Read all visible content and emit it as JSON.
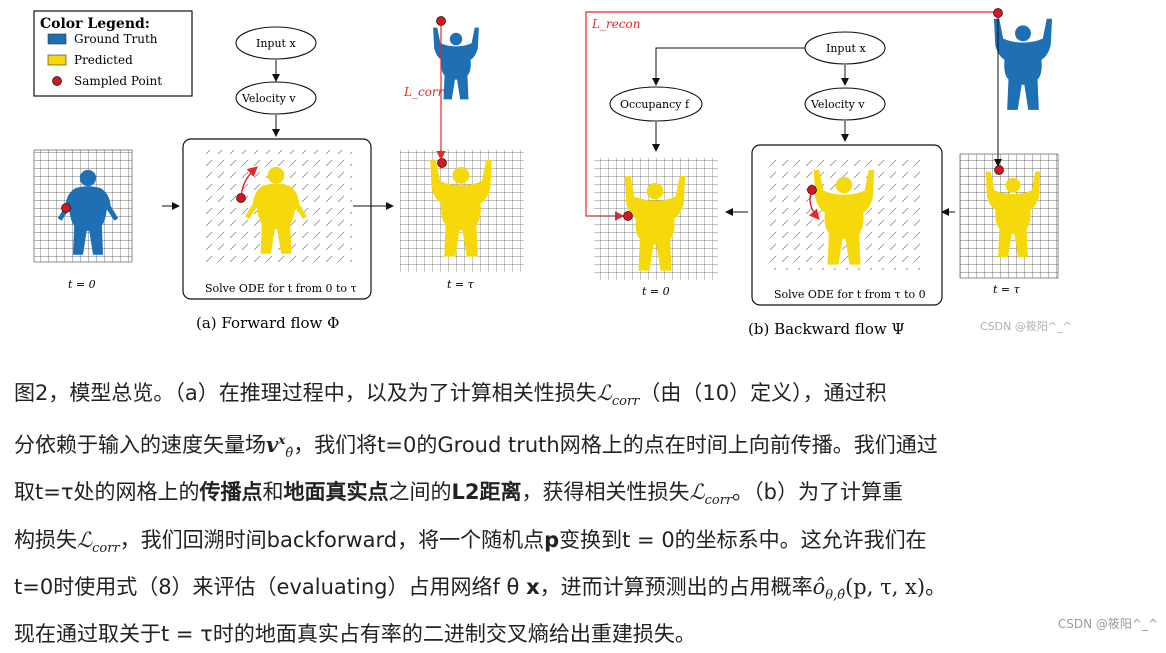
{
  "figure": {
    "legend": {
      "title": "Color Legend:",
      "items": [
        {
          "label": "Ground Truth",
          "color": "#1f6fb4"
        },
        {
          "label": "Predicted",
          "color": "#f5d90a"
        },
        {
          "label": "Sampled Point",
          "color": "#d6161f"
        }
      ]
    },
    "forward": {
      "input": "Input x",
      "velocity": "Velocity v",
      "loss_corr": "L_corr",
      "solve_ode": "Solve ODE for t from 0 to τ",
      "t0": "t = 0",
      "ttau": "t = τ",
      "subcaption": "(a) Forward flow Φ"
    },
    "backward": {
      "loss_recon": "L_recon",
      "input": "Input x",
      "occupancy": "Occupancy f",
      "velocity": "Velocity v",
      "solve_ode": "Solve ODE for t from τ to 0",
      "t0": "t = 0",
      "ttau": "t = τ",
      "subcaption": "(b) Backward flow Ψ"
    },
    "colors": {
      "gt": "#1f6fb4",
      "pred": "#f5d90a",
      "point": "#d6161f",
      "loss": "#e8262b"
    }
  },
  "caption": {
    "p1": "图2，模型总览。（a）在推理过程中，以及为了计算相关性损失",
    "corr": "ℒ",
    "corr_sub": "corr",
    "p2": "（由（10）定义），通过积",
    "p3": "分依赖于输入的速度矢量场",
    "v": "v",
    "v_sup": "x",
    "v_sub": "θ̂",
    "p4": "，我们将t=0的Groud truth网格上的点在时间上向前传播。我们通过",
    "p5": "取t=τ处的网格上的",
    "b1": "传播点",
    "p6": "和",
    "b2": "地面真实点",
    "p7": "之间的",
    "b3": "L2距离",
    "p8": "，获得相关性损失",
    "p9": "。（b）为了计算重",
    "p10": "构损失",
    "p11": "，我们回溯时间backforward，将一个随机点",
    "b4": "p",
    "p12": "变换到t = 0的坐标系中。这允许我们在",
    "p13": "t=0时使用式（8）来评估（evaluating）占用网络f θ ",
    "b5": "x",
    "p14": "，进而计算预测出的占用概率",
    "o": "ô",
    "o_sub": "θ,θ̂",
    "o_args": "(p, τ, x)",
    "p15": "。",
    "p16": "现在通过取关于t = τ时的地面真实占有率的二进制交叉熵给出重建损失。"
  },
  "watermark": "CSDN @筱阳^_^",
  "watermark_small": "CSDN @筱阳^_^"
}
